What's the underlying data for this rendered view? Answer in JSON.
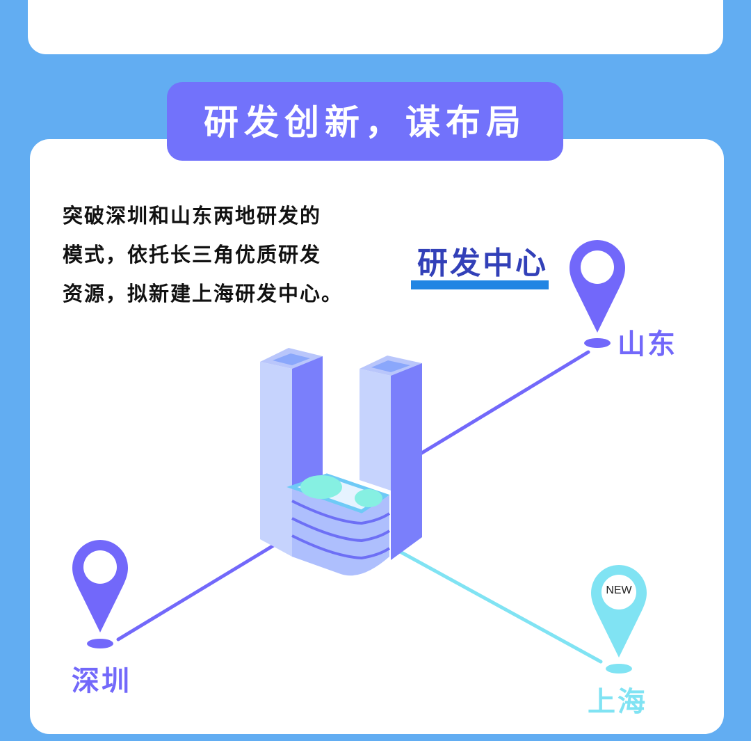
{
  "header": {
    "title": "研发创新，谋布局"
  },
  "intro": {
    "lines": [
      "突破深圳和山东两地研发的",
      "模式，依托长三角优质研发",
      "资源，拟新建上海研发中心。"
    ]
  },
  "center": {
    "title": "研发中心"
  },
  "locations": [
    {
      "name": "山东",
      "color": "#7268fa"
    },
    {
      "name": "深圳",
      "color": "#7268fa"
    },
    {
      "name": "上海",
      "color": "#80e3f3",
      "badge": "NEW"
    }
  ]
}
